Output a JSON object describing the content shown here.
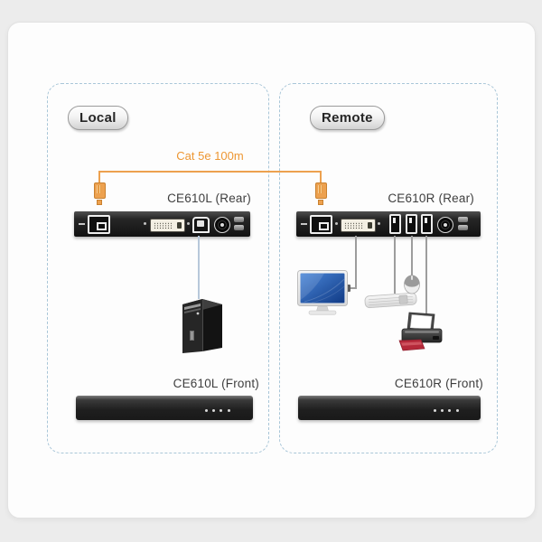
{
  "panels": {
    "local": {
      "badge": "Local",
      "rear_label": "CE610L (Rear)",
      "front_label": "CE610L (Front)"
    },
    "remote": {
      "badge": "Remote",
      "rear_label": "CE610R (Rear)",
      "front_label": "CE610R (Front)"
    }
  },
  "cable": {
    "label": "Cat 5e 100m"
  },
  "devices": {
    "local": [
      "computer-tower"
    ],
    "remote": [
      "monitor",
      "keyboard",
      "mouse",
      "printer"
    ]
  },
  "ports": {
    "local_rear": [
      "dash",
      "rj45",
      "dvi",
      "usb-b",
      "dc-jack",
      "grounding-terminal"
    ],
    "remote_rear": [
      "dash",
      "rj45",
      "dvi",
      "usb-a",
      "usb-a",
      "usb-a",
      "dc-jack",
      "grounding-terminal"
    ]
  },
  "front_leds_count": 4,
  "colors": {
    "cable_orange": "#eda14f",
    "cable_label_orange": "#ed9733",
    "panel_dash_blue": "#a9c6d8",
    "device_black": "#1a1a1a",
    "monitor_screen_blue": "#2a63c0",
    "printer_paper_red": "#b5293a",
    "peripheral_link_gray": "#9d9d9d",
    "pc_link_blue": "#b7c8da"
  }
}
